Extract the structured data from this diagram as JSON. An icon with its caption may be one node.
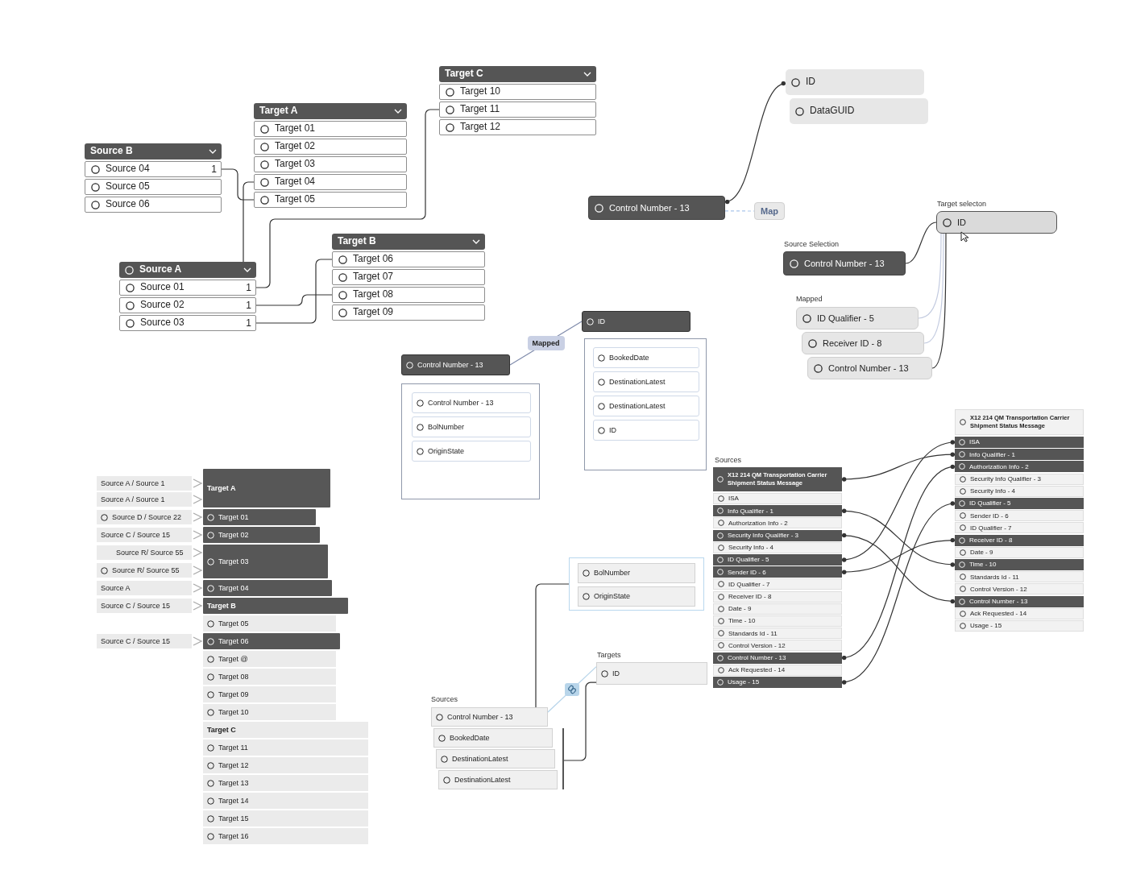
{
  "diagram": {
    "nodes": [
      {
        "text": [
          "Source B"
        ]
      },
      {
        "text": [
          "Source 04",
          "1"
        ]
      },
      {
        "text": [
          "Source 05"
        ]
      },
      {
        "text": [
          "Source 06"
        ]
      },
      {
        "text": [
          "Target A"
        ]
      },
      {
        "text": [
          "Target 01"
        ]
      },
      {
        "text": [
          "Target 02"
        ]
      },
      {
        "text": [
          "Target 03"
        ]
      },
      {
        "text": [
          "Target 04"
        ]
      },
      {
        "text": [
          "Target 05"
        ]
      },
      {
        "text": [
          "Target C"
        ]
      },
      {
        "text": [
          "Target 10"
        ]
      },
      {
        "text": [
          "Target 11"
        ]
      },
      {
        "text": [
          "Target 12"
        ]
      },
      {
        "text": [
          "Source A"
        ]
      },
      {
        "text": [
          "Source 01",
          "1"
        ]
      },
      {
        "text": [
          "Source 02",
          "1"
        ]
      },
      {
        "text": [
          "Source 03",
          "1"
        ]
      },
      {
        "text": [
          "Target B"
        ]
      },
      {
        "text": [
          "Target 06"
        ]
      },
      {
        "text": [
          "Target 07"
        ]
      },
      {
        "text": [
          "Target 08"
        ]
      },
      {
        "text": [
          "Target 09"
        ]
      },
      {
        "text": [
          "ID"
        ]
      },
      {
        "text": [
          "DataGUID"
        ]
      },
      {
        "text": [
          "Control Number - 13"
        ]
      },
      {
        "text": [
          "Map"
        ]
      },
      {
        "text": [
          "ID"
        ],
        "beside": [
          "Target selecton"
        ]
      },
      {
        "text": [
          "Control Number - 13"
        ],
        "beside": [
          "Source Selection"
        ]
      },
      {
        "text": [
          "ID Qualifier - 5"
        ]
      },
      {
        "text": [
          "Receiver ID - 8"
        ]
      },
      {
        "text": [
          "Control Number - 13"
        ]
      },
      {
        "text": [
          "Control Number - 13"
        ]
      },
      {
        "text": [
          "ID"
        ]
      },
      {
        "text": [],
        "shape": "box"
      },
      {
        "text": [
          "Control Number - 13"
        ],
        "in": 34
      },
      {
        "text": [
          "BolNumber"
        ],
        "in": 34
      },
      {
        "text": [
          "OriginState"
        ],
        "in": 34
      },
      {
        "text": [],
        "shape": "box"
      },
      {
        "text": [
          "BookedDate"
        ],
        "in": 38
      },
      {
        "text": [
          "DestinationLatest"
        ],
        "in": 38
      },
      {
        "text": [
          "DestinationLatest"
        ],
        "in": 38
      },
      {
        "text": [
          "ID"
        ],
        "in": 38
      },
      {
        "text": [
          "Source A / Source 1"
        ]
      },
      {
        "text": [
          "Source A / Source 1"
        ]
      },
      {
        "text": [
          "Source D / Source 22"
        ]
      },
      {
        "text": [
          "Source C / Source 15"
        ]
      },
      {
        "text": [
          "Source R/ Source 55"
        ]
      },
      {
        "text": [
          "Source R/ Source 55"
        ]
      },
      {
        "text": [
          "Source A"
        ]
      },
      {
        "text": [
          "Source C / Source 15"
        ]
      },
      {
        "text": [
          "Source C / Source 15"
        ]
      },
      {
        "text": [
          "Target A"
        ]
      },
      {
        "text": [
          "Target 01"
        ]
      },
      {
        "text": [
          "Target 02"
        ]
      },
      {
        "text": [
          "Target 03"
        ]
      },
      {
        "text": [
          "Target 04"
        ]
      },
      {
        "text": [
          "Target B"
        ]
      },
      {
        "text": [
          "Target 05"
        ]
      },
      {
        "text": [
          "Target 06"
        ]
      },
      {
        "text": [
          "Target @"
        ]
      },
      {
        "text": [
          "Target 08"
        ]
      },
      {
        "text": [
          "Target 09"
        ]
      },
      {
        "text": [
          "Target 10"
        ]
      },
      {
        "text": [
          "Target C"
        ]
      },
      {
        "text": [
          "Target 11"
        ]
      },
      {
        "text": [
          "Target 12"
        ]
      },
      {
        "text": [
          "Target 13"
        ]
      },
      {
        "text": [
          "Target 14"
        ]
      },
      {
        "text": [
          "Target 15"
        ]
      },
      {
        "text": [
          "Target 16"
        ]
      },
      {
        "text": [],
        "shape": "box"
      },
      {
        "text": [
          "BolNumber"
        ],
        "in": 71
      },
      {
        "text": [
          "OriginState"
        ],
        "in": 71
      },
      {
        "text": [
          "ID"
        ],
        "beside": [
          "Targets"
        ]
      },
      {
        "text": [
          "Control Number - 13"
        ]
      },
      {
        "text": [
          "BookedDate"
        ]
      },
      {
        "text": [
          "DestinationLatest"
        ]
      },
      {
        "text": [
          "DestinationLatest"
        ]
      },
      {
        "text": [],
        "shape": "bar"
      },
      {
        "text": [
          "X12 214 QM Transportation Carrier Shipment Status Message"
        ]
      },
      {
        "text": [
          "ISA"
        ]
      },
      {
        "text": [
          "Info Qualifier - 1"
        ]
      },
      {
        "text": [
          "Authorization Info - 2"
        ]
      },
      {
        "text": [
          "Security Info Qualifier - 3"
        ]
      },
      {
        "text": [
          "Security Info - 4"
        ]
      },
      {
        "text": [
          "ID Qualifier - 5"
        ]
      },
      {
        "text": [
          "Sender ID - 6"
        ]
      },
      {
        "text": [
          "ID Qualifier - 7"
        ]
      },
      {
        "text": [
          "Receiver ID - 8"
        ]
      },
      {
        "text": [
          "Date - 9"
        ]
      },
      {
        "text": [
          "Time - 10"
        ]
      },
      {
        "text": [
          "Standards Id - 11"
        ]
      },
      {
        "text": [
          "Control Version - 12"
        ]
      },
      {
        "text": [
          "Control Number - 13"
        ]
      },
      {
        "text": [
          "Ack Requested - 14"
        ]
      },
      {
        "text": [
          "Usage - 15"
        ]
      },
      {
        "text": [
          "X12 214 QM Transportation Carrier Shipment Status Message"
        ]
      },
      {
        "text": [
          "ISA"
        ]
      },
      {
        "text": [
          "Info Qualifier - 1"
        ]
      },
      {
        "text": [
          "Authorization Info - 2"
        ]
      },
      {
        "text": [
          "Security Info Qualifier - 3"
        ]
      },
      {
        "text": [
          "Security Info - 4"
        ]
      },
      {
        "text": [
          "ID Qualifier - 5"
        ]
      },
      {
        "text": [
          "Sender ID - 6"
        ]
      },
      {
        "text": [
          "ID Qualifier - 7"
        ]
      },
      {
        "text": [
          "Receiver ID - 8"
        ]
      },
      {
        "text": [
          "Date - 9"
        ]
      },
      {
        "text": [
          "Time - 10"
        ]
      },
      {
        "text": [
          "Standards Id - 11"
        ]
      },
      {
        "text": [
          "Control Version - 12"
        ]
      },
      {
        "text": [
          "Control Number - 13"
        ]
      },
      {
        "text": [
          "Ack Requested - 14"
        ]
      },
      {
        "text": [
          "Usage - 15"
        ]
      }
    ],
    "edges": [
      {
        "from": 1,
        "to": 9,
        "arrow": "none"
      },
      {
        "from": 14,
        "to": 8,
        "arrow": "none"
      },
      {
        "from": 15,
        "to": 12,
        "arrow": "none"
      },
      {
        "from": 16,
        "to": 21,
        "arrow": "none"
      },
      {
        "from": 17,
        "to": 19,
        "arrow": "none"
      },
      {
        "from": 25,
        "to": 23,
        "arrow": "other"
      },
      {
        "from": 25,
        "to": 26,
        "arrow": "none",
        "style": "dashed",
        "color": "#a9c6ec"
      },
      {
        "from": 28,
        "to": 27,
        "arrow": "none"
      },
      {
        "from": 29,
        "to": 27,
        "arrow": "none",
        "color": "#c3cbe0"
      },
      {
        "from": 30,
        "to": 27,
        "arrow": "none",
        "color": "#c3cbe0"
      },
      {
        "from": 31,
        "to": 27,
        "arrow": "none"
      },
      {
        "from": 32,
        "to": 33,
        "arrow": "none",
        "label": "Mapped",
        "color": "#7f8bab"
      },
      {
        "from": 43,
        "to": 52,
        "arrow": "to",
        "color": "#aaaaaa"
      },
      {
        "from": 44,
        "to": 52,
        "arrow": "to",
        "color": "#aaaaaa"
      },
      {
        "from": 45,
        "to": 53,
        "arrow": "to",
        "color": "#aaaaaa"
      },
      {
        "from": 46,
        "to": 54,
        "arrow": "to",
        "color": "#aaaaaa"
      },
      {
        "from": 47,
        "to": 55,
        "arrow": "to",
        "color": "#aaaaaa"
      },
      {
        "from": 48,
        "to": 55,
        "arrow": "to",
        "color": "#aaaaaa"
      },
      {
        "from": 49,
        "to": 56,
        "arrow": "to",
        "color": "#aaaaaa"
      },
      {
        "from": 50,
        "to": 57,
        "arrow": "to",
        "color": "#aaaaaa"
      },
      {
        "from": 51,
        "to": 59,
        "arrow": "to",
        "color": "#aaaaaa"
      },
      {
        "from": 75,
        "to": 71,
        "arrow": "none"
      },
      {
        "from": 75,
        "to": 74,
        "arrow": "none",
        "color": "#b6d4ea"
      },
      {
        "from": 74,
        "to": 79,
        "arrow": "none"
      },
      {
        "from": 80,
        "to": 99,
        "arrow": "other"
      },
      {
        "from": 82,
        "to": 108,
        "arrow": "other"
      },
      {
        "from": 84,
        "to": 111,
        "arrow": "other"
      },
      {
        "from": 86,
        "to": 98,
        "arrow": "other"
      },
      {
        "from": 87,
        "to": 106,
        "arrow": "other"
      },
      {
        "from": 94,
        "to": 100,
        "arrow": "other"
      },
      {
        "from": 96,
        "to": 103,
        "arrow": "other"
      }
    ],
    "labels": [
      "Mapped",
      "Sources",
      "Sources"
    ]
  }
}
